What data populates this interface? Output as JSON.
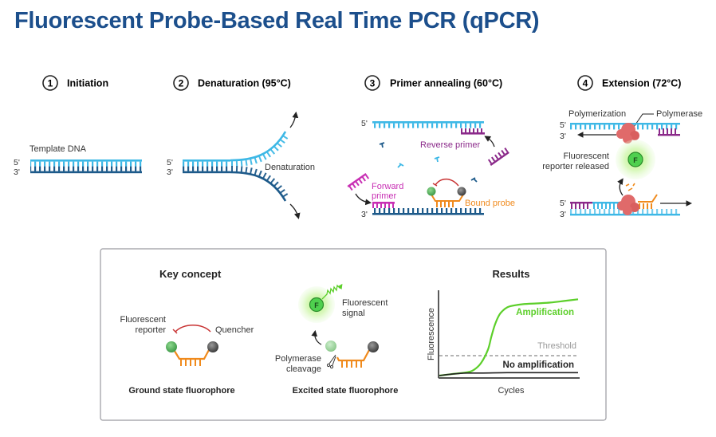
{
  "title": "Fluorescent Probe-Based Real Time PCR (qPCR)",
  "colors": {
    "title": "#1c4f8c",
    "strand_light": "#3db8e6",
    "strand_dark": "#1d5a8a",
    "primer": "#8b2a8a",
    "forward_primer": "#c830b4",
    "probe": "#f08a1c",
    "fluor": "#5cb85c",
    "quencher": "#5a5a5a",
    "polymerase": "#e06a6a",
    "amplification": "#5ccf2a",
    "inhibit_arc": "#c83232"
  },
  "steps": [
    {
      "number": "1",
      "label": "Initiation"
    },
    {
      "number": "2",
      "label": "Denaturation (95°C)"
    },
    {
      "number": "3",
      "label": "Primer annealing (60°C)"
    },
    {
      "number": "4",
      "label": "Extension (72°C)"
    }
  ],
  "step1": {
    "template_label": "Template DNA",
    "five_prime": "5'",
    "three_prime": "3'"
  },
  "step2": {
    "five_prime": "5'",
    "three_prime": "3'",
    "denaturation_label": "Denaturation"
  },
  "step3": {
    "five_prime": "5'",
    "three_prime": "3'",
    "reverse_primer": "Reverse primer",
    "forward_primer_1": "Forward",
    "forward_primer_2": "primer",
    "bound_probe": "Bound probe"
  },
  "step4": {
    "five_prime_top": "5'",
    "three_prime_top": "3'",
    "five_prime_bottom": "5'",
    "three_prime_bottom": "3'",
    "polymerization": "Polymerization",
    "polymerase": "Polymerase",
    "reporter_1": "Fluorescent",
    "reporter_2": "reporter released",
    "fluor_letter": "F"
  },
  "key_concept": {
    "heading": "Key concept",
    "reporter_1": "Fluorescent",
    "reporter_2": "reporter",
    "quencher": "Quencher",
    "ground_caption": "Ground state fluorophore",
    "signal_1": "Fluorescent",
    "signal_2": "signal",
    "cleavage_1": "Polymerase",
    "cleavage_2": "cleavage",
    "excited_caption": "Excited state fluorophore",
    "fluor_letter": "F"
  },
  "chart_data": {
    "type": "line",
    "title": "Results",
    "xlabel": "Cycles",
    "ylabel": "Fluorescence",
    "xlim": [
      0,
      40
    ],
    "ylim": [
      0,
      100
    ],
    "threshold": {
      "label": "Threshold",
      "value": 25
    },
    "series": [
      {
        "name": "Amplification",
        "x": [
          0,
          4,
          8,
          10,
          12,
          14,
          15,
          16,
          17,
          18,
          20,
          24,
          28,
          32,
          36,
          40
        ],
        "y": [
          1,
          3,
          5,
          8,
          16,
          32,
          48,
          62,
          72,
          78,
          84,
          87,
          88,
          89,
          91,
          93
        ]
      },
      {
        "name": "No amplification",
        "x": [
          0,
          4,
          8,
          12,
          20,
          30,
          40
        ],
        "y": [
          1,
          3,
          4,
          4,
          4.5,
          4.5,
          4.5
        ]
      }
    ],
    "grid": false,
    "legend": "inline"
  }
}
